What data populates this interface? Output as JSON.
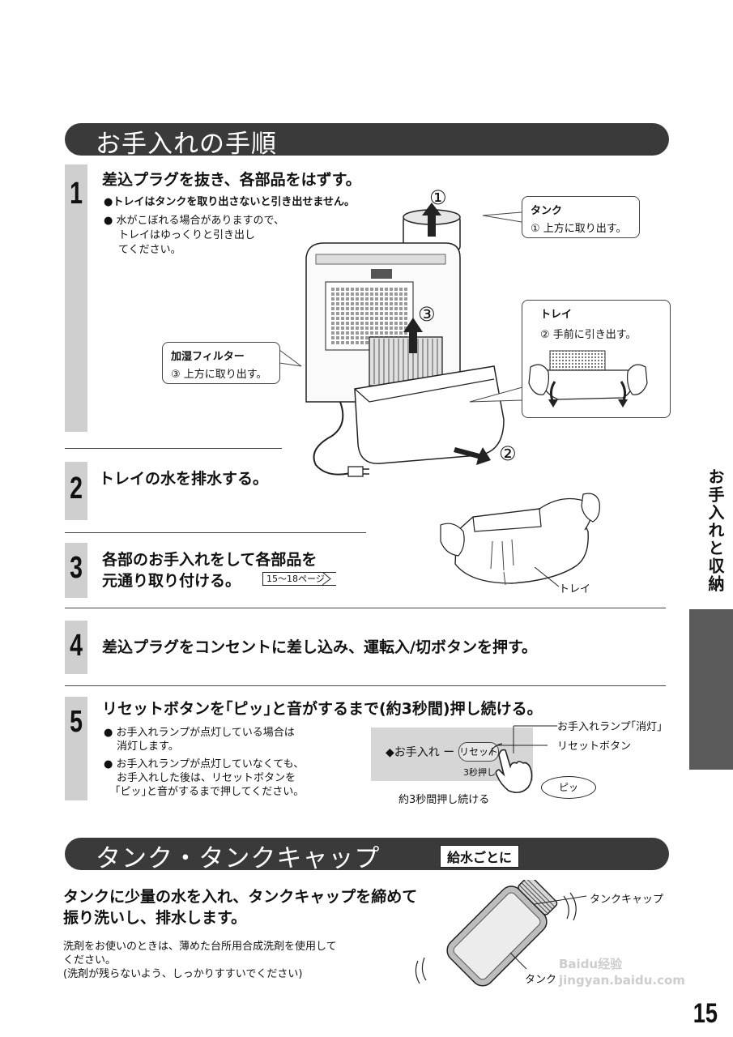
{
  "section1": {
    "title": "お手入れの手順"
  },
  "step1": {
    "number": "1",
    "heading": "差込プラグを抜き、各部品をはずす。",
    "bullet1": "●トレイはタンクを取り出さないと引き出せません。",
    "bullet2_line1": "● 水がこぼれる場合がありますので、",
    "bullet2_line2": "トレイはゆっくりと引き出し",
    "bullet2_line3": "てください。",
    "marker1": "①",
    "marker2": "②",
    "marker3": "③",
    "tank_callout_title": "タンク",
    "tank_callout_text": "① 上方に取り出す。",
    "tray_callout_title": "トレイ",
    "tray_callout_text": "② 手前に引き出す。",
    "filter_callout_title": "加湿フィルター",
    "filter_callout_text": "③ 上方に取り出す。"
  },
  "step2": {
    "number": "2",
    "heading": "トレイの水を排水する。"
  },
  "step3": {
    "number": "3",
    "heading_line1": "各部のお手入れをして各部品を",
    "heading_line2": "元通り取り付ける。",
    "page_ref": "15〜18ページ",
    "tray_label": "トレイ"
  },
  "step4": {
    "number": "4",
    "heading": "差込プラグをコンセントに差し込み、運転入/切ボタンを押す。"
  },
  "step5": {
    "number": "5",
    "heading": "リセットボタンを｢ピッ｣と音がするまで(約3秒間)押し続ける。",
    "b1_line1": "● お手入れランプが点灯している場合は",
    "b1_line2": "消灯します。",
    "b2_line1": "● お手入れランプが点灯していなくても、",
    "b2_line2": "お手入れした後は、リセットボタンを",
    "b2_line3": "｢ピッ｣と音がするまで押してください。",
    "panel_label": "◆お手入れ ー",
    "reset_button": "リセット",
    "hold_label": "3秒押し",
    "lamp_label": "お手入れランプ｢消灯｣",
    "reset_label": "リセットボタン",
    "beep": "ピッ",
    "hold_caption": "約3秒間押し続ける"
  },
  "section2": {
    "title": "タンク・タンクキャップ",
    "badge": "給水ごとに"
  },
  "tank": {
    "heading_line1": "タンクに少量の水を入れ、タンクキャップを締めて",
    "heading_line2": "振り洗いし、排水します。",
    "note_line1": "洗剤をお使いのときは、薄めた台所用合成洗剤を使用して",
    "note_line2": "ください。",
    "note_line3": "(洗剤が残らないよう、しっかりすすいでください)",
    "cap_label": "タンクキャップ",
    "tank_label": "タンク"
  },
  "side_tab": {
    "text": "お手入れと収納"
  },
  "page_number": "15",
  "watermark": "Baidu经验 jingyan.baidu.com"
}
